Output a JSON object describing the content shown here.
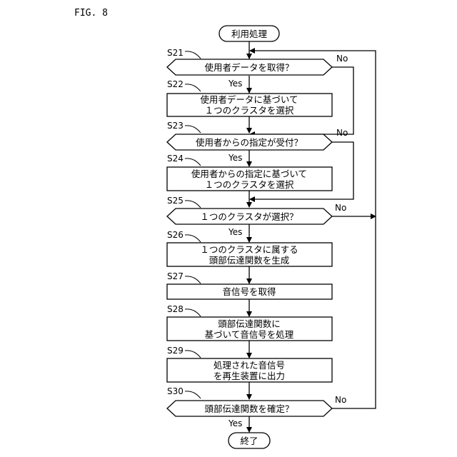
{
  "figure_label": "FIG. 8",
  "start": "利用処理",
  "end": "終了",
  "steps": {
    "s21": {
      "id": "S21",
      "text": "使用者データを取得？"
    },
    "s22": {
      "id": "S22",
      "line1": "使用者データに基づいて",
      "line2": "１つのクラスタを選択"
    },
    "s23": {
      "id": "S23",
      "text": "使用者からの指定が受付？"
    },
    "s24": {
      "id": "S24",
      "line1": "使用者からの指定に基づいて",
      "line2": "１つのクラスタを選択"
    },
    "s25": {
      "id": "S25",
      "text": "１つのクラスタが選択？"
    },
    "s26": {
      "id": "S26",
      "line1": "１つのクラスタに属する",
      "line2": "頭部伝達関数を生成"
    },
    "s27": {
      "id": "S27",
      "text": "音信号を取得"
    },
    "s28": {
      "id": "S28",
      "line1": "頭部伝達関数に",
      "line2": "基づいて音信号を処理"
    },
    "s29": {
      "id": "S29",
      "line1": "処理された音信号",
      "line2": "を再生装置に出力"
    },
    "s30": {
      "id": "S30",
      "text": "頭部伝達関数を確定？"
    }
  },
  "labels": {
    "yes": "Yes",
    "no": "No"
  }
}
